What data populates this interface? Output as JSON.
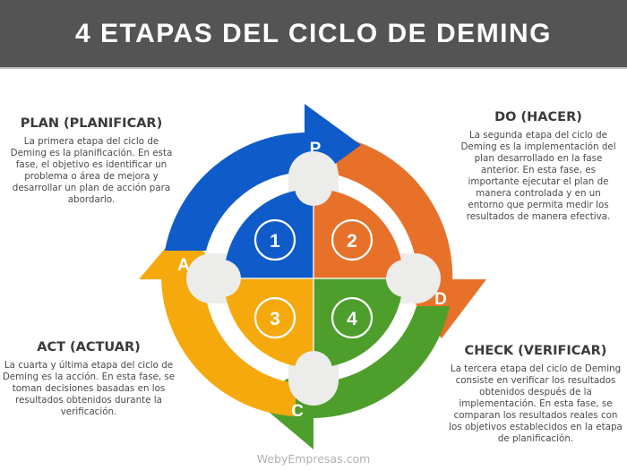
{
  "header": {
    "title": "4 ETAPAS DEL CICLO DE DEMING"
  },
  "colors": {
    "plan": "#0f5bc9",
    "do": "#e8712a",
    "check": "#4d9e2b",
    "act": "#f5a90d",
    "header_bg": "#545454",
    "connector": "#ececea"
  },
  "stages": [
    {
      "letter": "P",
      "number": "1",
      "title": "PLAN (PLANIFICAR)",
      "description": "La primera etapa del ciclo de Deming es la planificación. En esta fase, el objetivo es identificar un problema o área de mejora y desarrollar un plan de acción para abordarlo."
    },
    {
      "letter": "D",
      "number": "2",
      "title": "DO (HACER)",
      "description": "La segunda etapa del ciclo de Deming es la implementación del plan desarrollado en la fase anterior. En esta fase, es importante ejecutar el plan de manera controlada y en un entorno que permita medir los resultados de manera efectiva."
    },
    {
      "letter": "C",
      "number": "4",
      "title": "CHECK (VERIFICAR)",
      "description": "La tercera etapa del ciclo de Deming consiste en verificar los resultados obtenidos después de la implementación. En esta fase, se comparan los resultados reales con los objetivos establecidos en la etapa de planificación."
    },
    {
      "letter": "A",
      "number": "3",
      "title": "ACT (ACTUAR)",
      "description": "La cuarta y última etapa del ciclo de Deming es la acción. En esta fase, se toman decisiones basadas en los resultados obtenidos durante la verificación."
    }
  ],
  "footer": {
    "source": "WebyEmpresas.com"
  }
}
